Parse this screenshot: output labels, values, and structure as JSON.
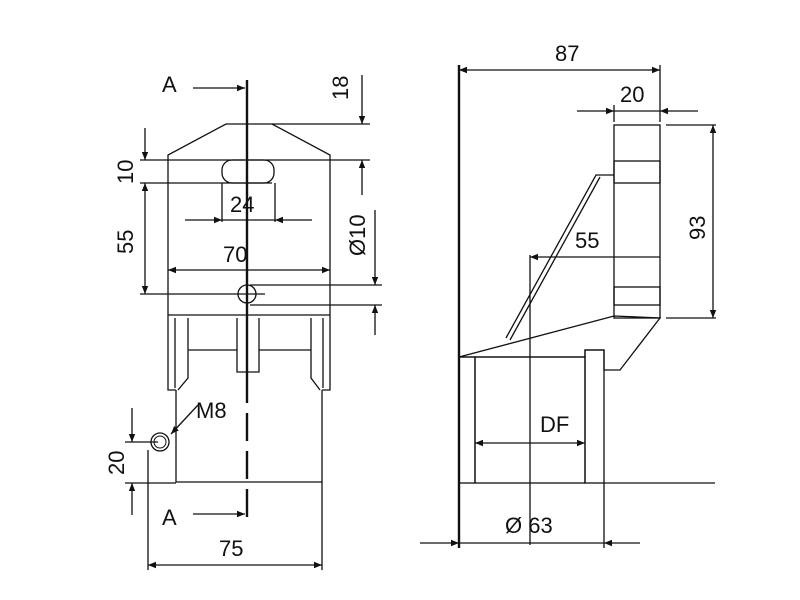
{
  "front_view": {
    "section_mark_top": "A",
    "section_mark_bottom": "A",
    "dim_18": "18",
    "dim_10": "10",
    "dim_55": "55",
    "dim_24": "24",
    "dim_70": "70",
    "dim_hole": "Ø10",
    "thread_label": "M8",
    "dim_20": "20",
    "dim_75": "75"
  },
  "section_view": {
    "dim_87": "87",
    "dim_20": "20",
    "dim_55": "55",
    "dim_93": "93",
    "dim_df": "DF",
    "dim_63": "Ø 63"
  },
  "colors": {
    "line": "#111111",
    "background": "#ffffff"
  }
}
